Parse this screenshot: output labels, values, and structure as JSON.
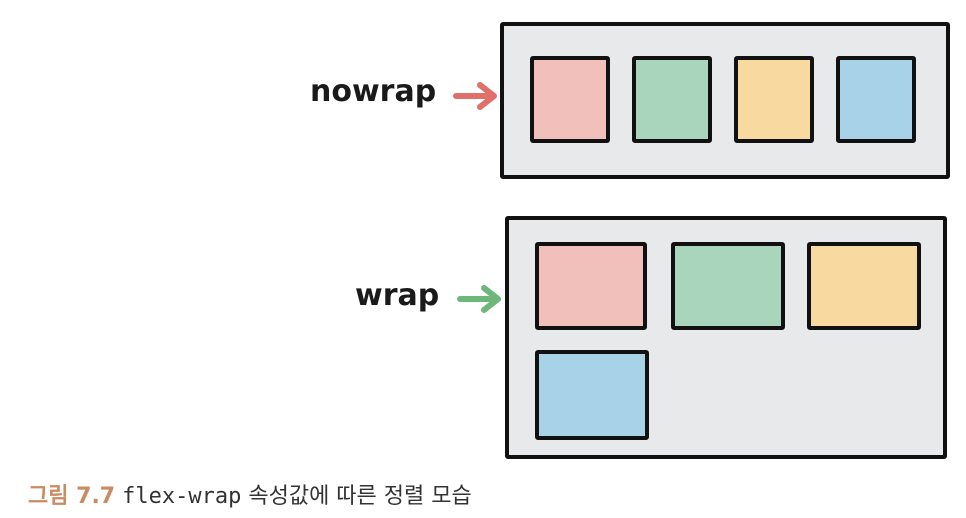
{
  "rows": [
    {
      "label": "nowrap",
      "arrow_color": "#e0706a",
      "items": [
        {
          "color": "#f2c0bb"
        },
        {
          "color": "#a8d5bc"
        },
        {
          "color": "#f8d9a0"
        },
        {
          "color": "#a8d2e8"
        }
      ]
    },
    {
      "label": "wrap",
      "arrow_color": "#6db77a",
      "items": [
        {
          "color": "#f2c0bb"
        },
        {
          "color": "#a8d5bc"
        },
        {
          "color": "#f8d9a0"
        },
        {
          "color": "#a8d2e8"
        }
      ]
    }
  ],
  "container_color": "#e8e9ea",
  "caption": {
    "figure": "그림 7.7",
    "code": "flex-wrap",
    "text": "속성값에 따른 정렬 모습"
  }
}
